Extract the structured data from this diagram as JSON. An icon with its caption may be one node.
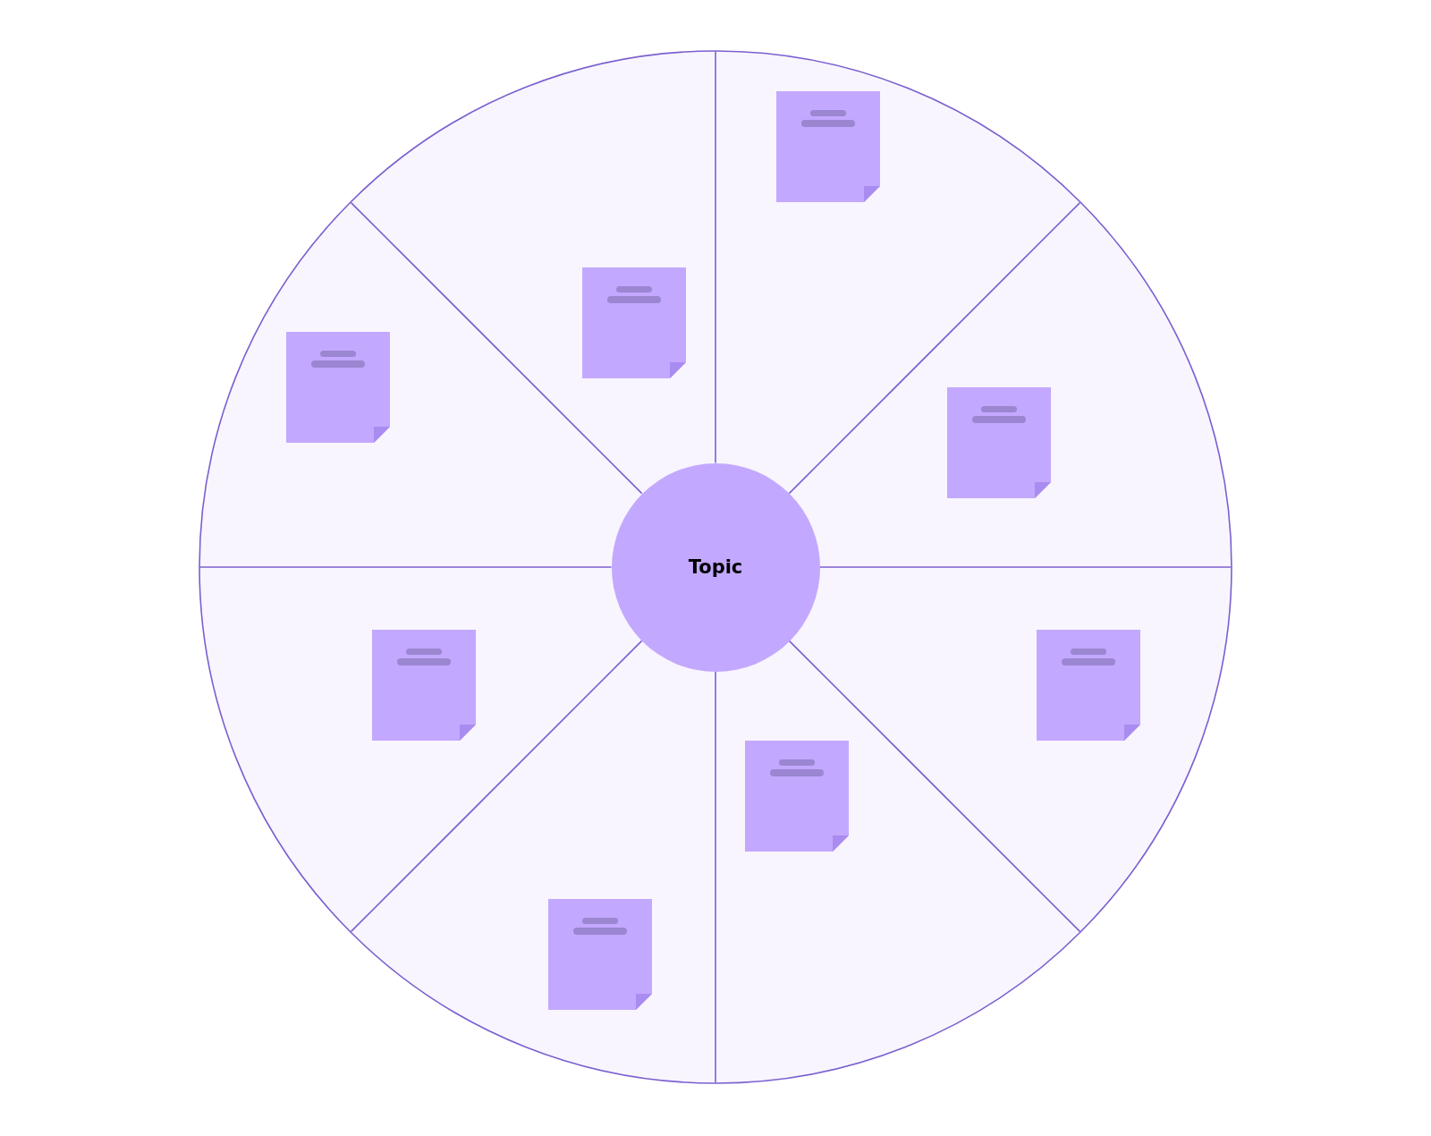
{
  "diagram": {
    "nodes": [
      {
        "text": [
          "Topic"
        ]
      },
      {
        "text": [],
        "shape": "note"
      },
      {
        "text": [],
        "shape": "note"
      },
      {
        "text": [],
        "shape": "note"
      },
      {
        "text": [],
        "shape": "note"
      },
      {
        "text": [],
        "shape": "note"
      },
      {
        "text": [],
        "shape": "note"
      },
      {
        "text": [],
        "shape": "note"
      },
      {
        "text": [],
        "shape": "note"
      }
    ]
  }
}
